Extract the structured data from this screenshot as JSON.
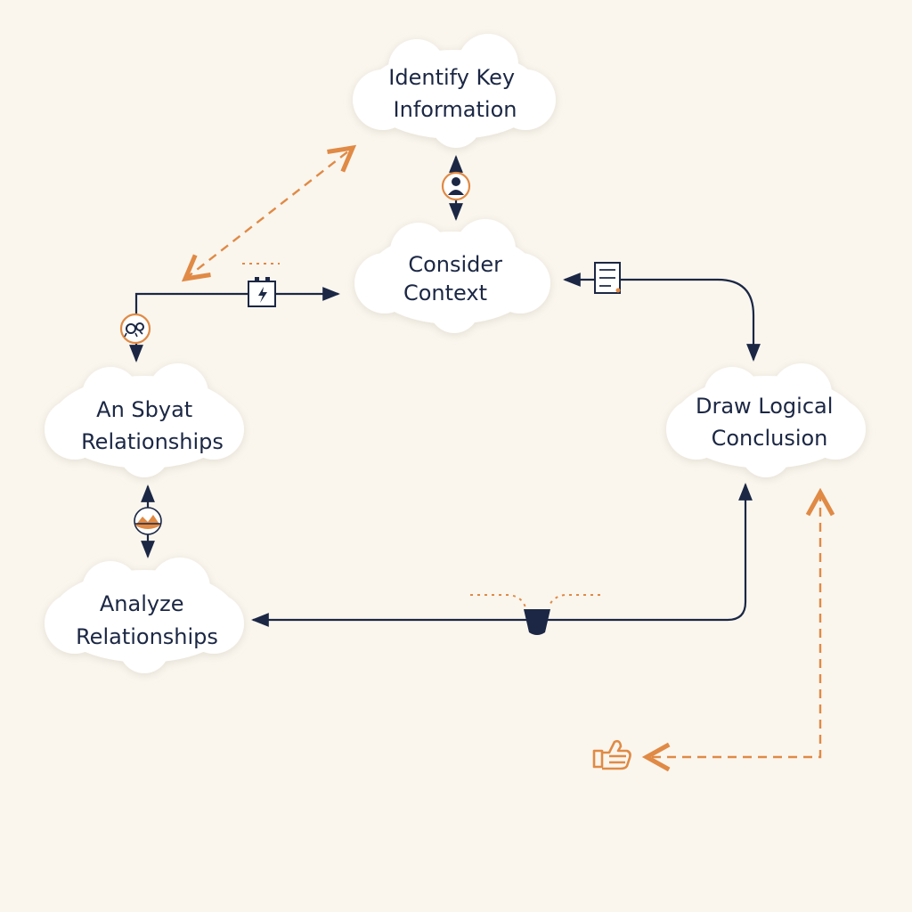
{
  "nodes": {
    "identify": {
      "line1": "Identify Key",
      "line2": "Information"
    },
    "consider": {
      "line1": "Consider",
      "line2": "Context"
    },
    "sbyat": {
      "line1": "An Sbyat",
      "line2": "Relationships"
    },
    "analyze": {
      "line1": "Analyze",
      "line2": "Relationships"
    },
    "conclusion": {
      "line1": "Draw Logical",
      "line2": "Conclusion"
    }
  },
  "colors": {
    "background": "#faf6ee",
    "text": "#1b2744",
    "connector": "#1b2744",
    "accent": "#e08a45"
  },
  "icons": [
    "person-icon",
    "battery-bolt-icon",
    "gears-icon",
    "landscape-icon",
    "document-icon",
    "funnel-icon",
    "thumbs-up-icon"
  ]
}
